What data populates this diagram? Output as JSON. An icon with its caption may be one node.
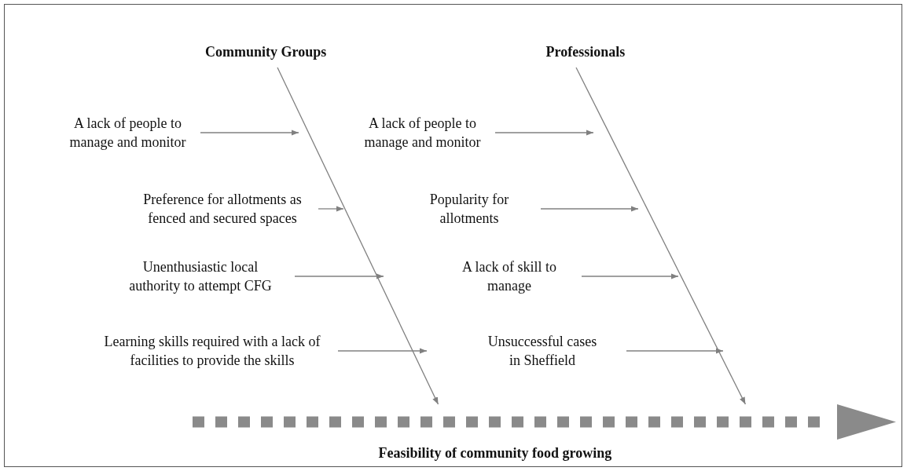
{
  "diagram": {
    "nodes": [
      {
        "text": [
          "Community Groups"
        ]
      },
      {
        "text": [
          "Professionals"
        ]
      },
      {
        "text": [
          "A lack of people to manage and monitor"
        ]
      },
      {
        "text": [
          "Preference for allotments as fenced and secured spaces"
        ]
      },
      {
        "text": [
          "Unenthusiastic local authority to attempt CFG"
        ]
      },
      {
        "text": [
          "Learning skills required with a lack of facilities to provide the skills"
        ]
      },
      {
        "text": [
          "A lack of people to manage and monitor"
        ]
      },
      {
        "text": [
          "Popularity for allotments"
        ]
      },
      {
        "text": [
          "A lack of skill to manage"
        ]
      },
      {
        "text": [
          "Unsuccessful cases in Sheffield"
        ]
      },
      {
        "text": [],
        "shape": "bar"
      }
    ],
    "edges": [
      {
        "from": 0,
        "to": 10,
        "arrow": "to"
      },
      {
        "from": 1,
        "to": 10,
        "arrow": "to"
      },
      {
        "from": 2,
        "to": null,
        "arrow": "to"
      },
      {
        "from": 3,
        "to": null,
        "arrow": "to"
      },
      {
        "from": 4,
        "to": null,
        "arrow": "to"
      },
      {
        "from": 5,
        "to": null,
        "arrow": "to"
      },
      {
        "from": 6,
        "to": null,
        "arrow": "to"
      },
      {
        "from": 7,
        "to": null,
        "arrow": "to"
      },
      {
        "from": 8,
        "to": null,
        "arrow": "to"
      },
      {
        "from": 9,
        "to": null,
        "arrow": "to"
      }
    ],
    "labels": [
      "Feasibility of community food growing"
    ]
  }
}
